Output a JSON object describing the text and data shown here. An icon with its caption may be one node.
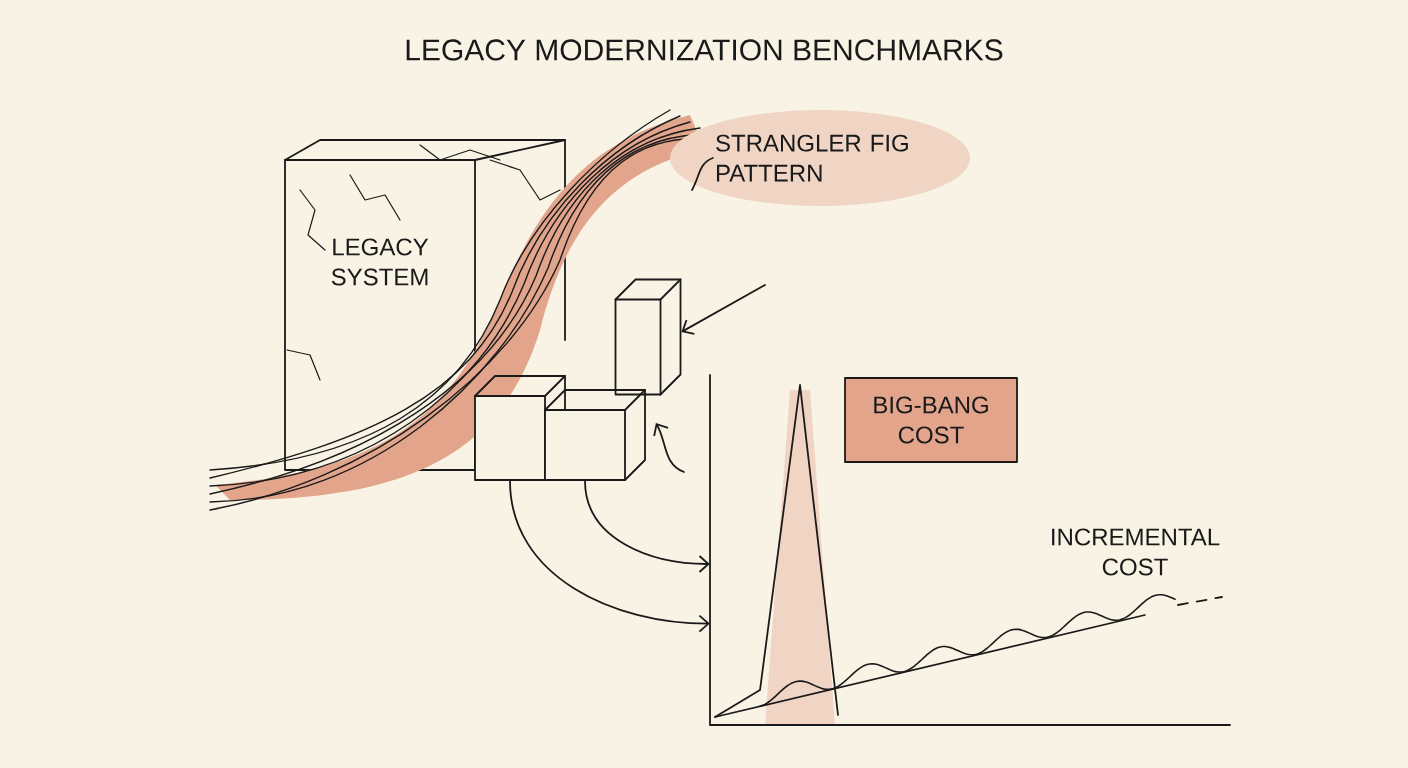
{
  "diagram": {
    "title": "LEGACY MODERNIZATION BENCHMARKS",
    "nodes": [
      {
        "text": [
          "LEGACY SYSTEM"
        ]
      },
      {
        "text": [
          "STRANGLER FIG PATTERN"
        ]
      },
      {
        "text": [],
        "shape": "box"
      },
      {
        "text": [],
        "shape": "box"
      },
      {
        "text": [],
        "shape": "box"
      },
      {
        "text": [],
        "shape": "picture"
      },
      {
        "text": [
          "BIG-BANG COST"
        ],
        "in": 5
      }
    ],
    "edges": [
      {
        "from": 1,
        "to": null,
        "arrow": "none"
      },
      {
        "from": null,
        "to": 2,
        "arrow": "to"
      },
      {
        "from": null,
        "to": 4,
        "arrow": "to"
      },
      {
        "from": 3,
        "to": 5,
        "arrow": "to"
      },
      {
        "from": 4,
        "to": 5,
        "arrow": "to"
      }
    ],
    "labels": [
      "INCREMENTAL COST"
    ]
  }
}
